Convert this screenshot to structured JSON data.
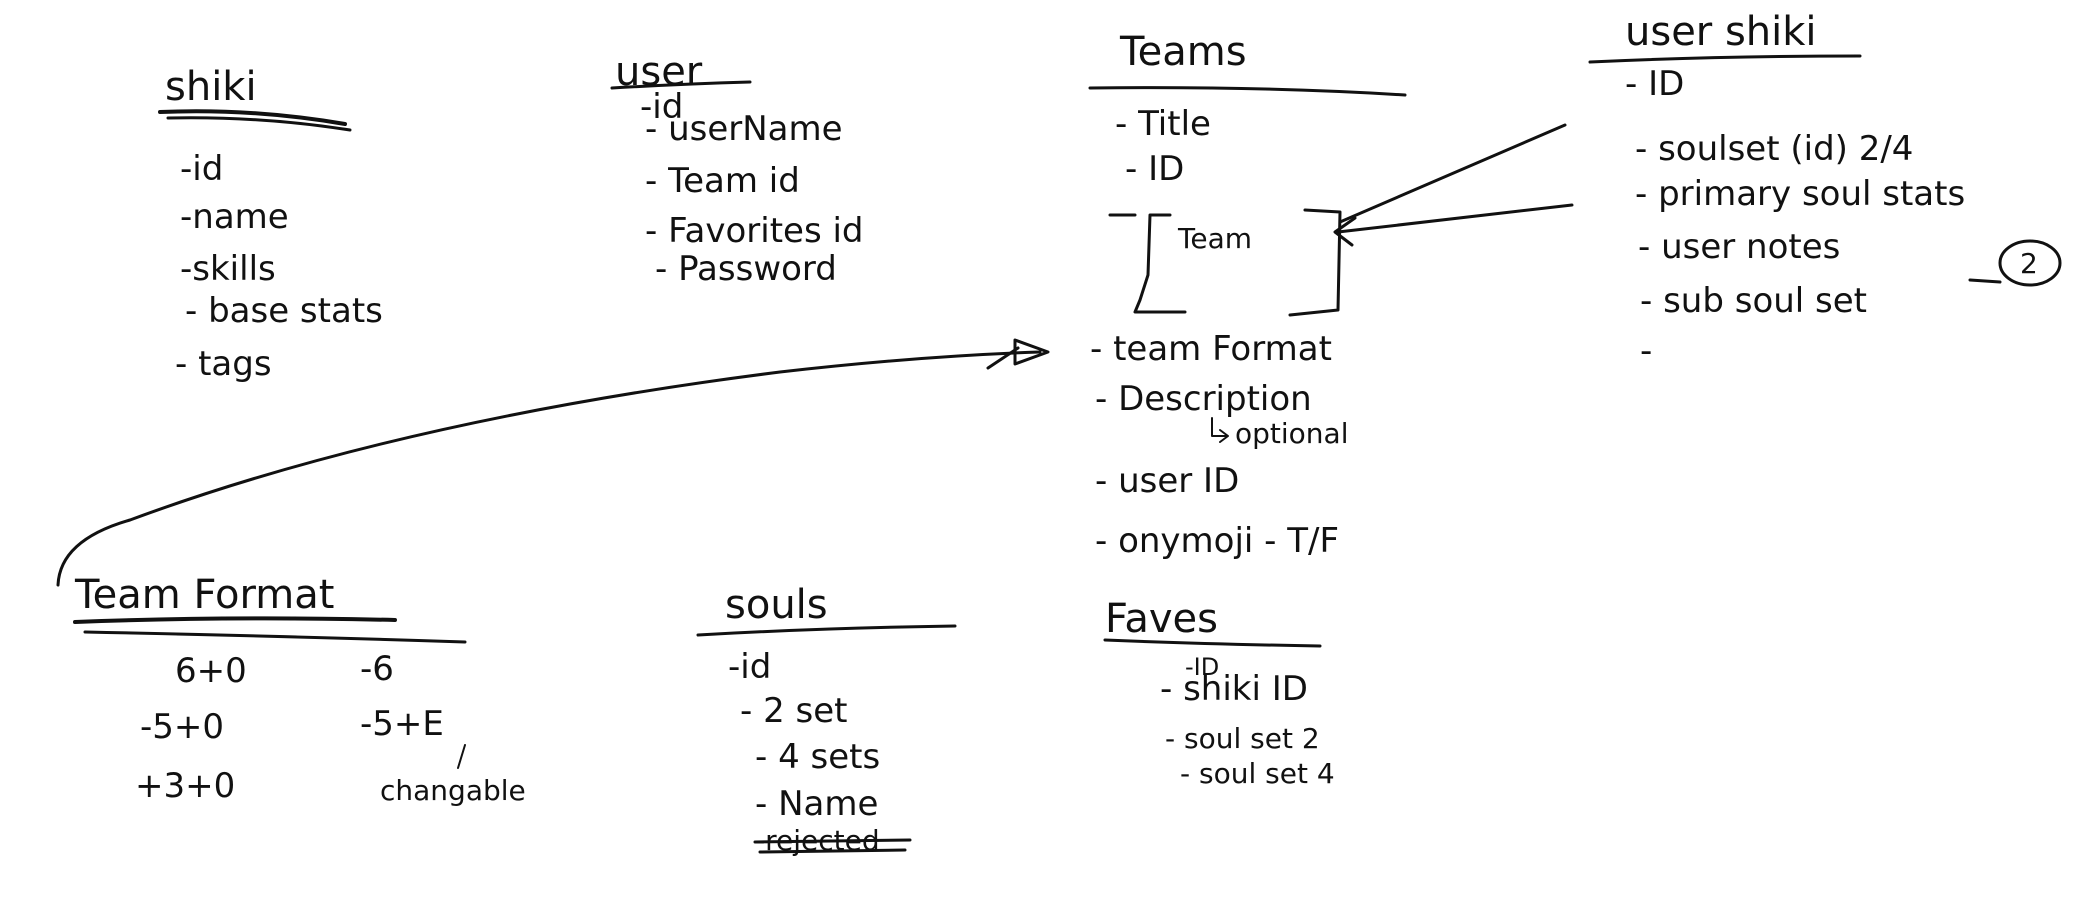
{
  "entities": {
    "shiki": {
      "title": "shiki",
      "fields": [
        "-id",
        "-name",
        "-skills",
        "- base stats",
        "- tags"
      ]
    },
    "user": {
      "title": "user",
      "fields": [
        "-id",
        "- userName",
        "- Team id",
        "- Favorites id",
        "- Password"
      ]
    },
    "teams": {
      "title": "Teams",
      "fields": [
        "- Title",
        "- ID",
        "Team",
        "- team Format",
        "- Description",
        "optional",
        "- user ID",
        "- onymoji - T/F"
      ]
    },
    "user_shiki": {
      "title": "user shiki",
      "fields": [
        "- ID",
        "- soulset (id) 2/4",
        "- primary soul stats",
        "- user notes",
        "- sub soul set",
        "2",
        "-"
      ]
    },
    "team_format": {
      "title": "Team Format",
      "rows": [
        [
          "6+0",
          "-6"
        ],
        [
          "-5+0",
          "-5+E"
        ],
        [
          "+3+0",
          "changable"
        ]
      ]
    },
    "souls": {
      "title": "souls",
      "fields": [
        "-id",
        "- 2 set",
        "- 4 sets",
        "- Name",
        "-rejected"
      ]
    },
    "faves": {
      "title": "Faves",
      "fields": [
        "-ID",
        "- shiki ID",
        "- soul set 2",
        "- soul set 4"
      ]
    }
  }
}
